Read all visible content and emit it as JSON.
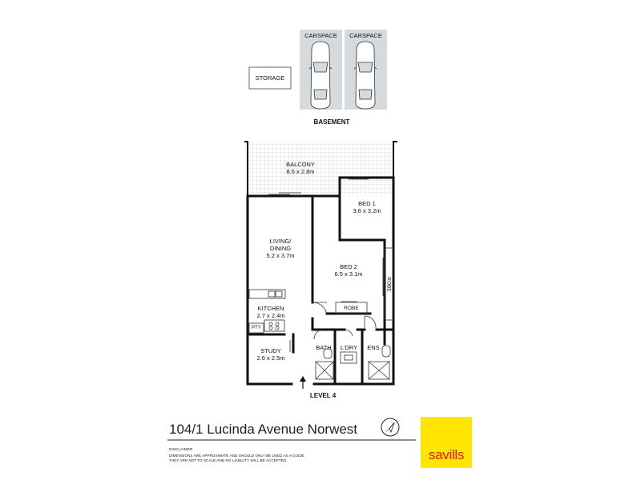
{
  "basement": {
    "heading": "BASEMENT",
    "storage_label": "STORAGE",
    "carspace_1": "CARSPACE",
    "carspace_2": "CARSPACE"
  },
  "level": {
    "heading": "LEVEL 4",
    "rooms": {
      "balcony_name": "BALCONY",
      "balcony_dims": "8.5 x 2.8m",
      "bed1_name": "BED 1",
      "bed1_dims": "3.6 x 3.2m",
      "living_name_1": "LIVING/",
      "living_name_2": "DINING",
      "living_dims": "5.2 x 3.7m",
      "bed2_name": "BED 2",
      "bed2_dims": "6.5 x 3.1m",
      "robe_bed2": "ROBE",
      "robe_bed1": "ROBE",
      "kitchen_name": "KITCHEN",
      "kitchen_dims": "2.7 x 2.4m",
      "pty": "PTY",
      "study_name": "STUDY",
      "study_dims": "2.6 x 2.5m",
      "bath": "BATH",
      "laundry": "L'DRY",
      "ensuite": "ENS"
    }
  },
  "footer": {
    "address": "104/1 Lucinda Avenue Norwest",
    "disclaimer_title": "DISCLAIMER",
    "disclaimer_line_1": "DIMENSIONS ARE APPROXIMATE AND SHOULD ONLY BE USED AS A GUIDE",
    "disclaimer_line_2": "THEY ARE NOT TO SCALE AND NO LIABILITY WILL BE ACCEPTED"
  },
  "brand": {
    "name": "savills",
    "logo_bg": "#ffe500",
    "logo_text_color": "#e11b22"
  },
  "icons": {
    "compass": "north-arrow-icon",
    "entry": "entry-arrow-icon"
  },
  "colors": {
    "wall": "#111111",
    "carspace_fill": "#d6dadd",
    "balcony_grid": "#bfc8c2"
  }
}
